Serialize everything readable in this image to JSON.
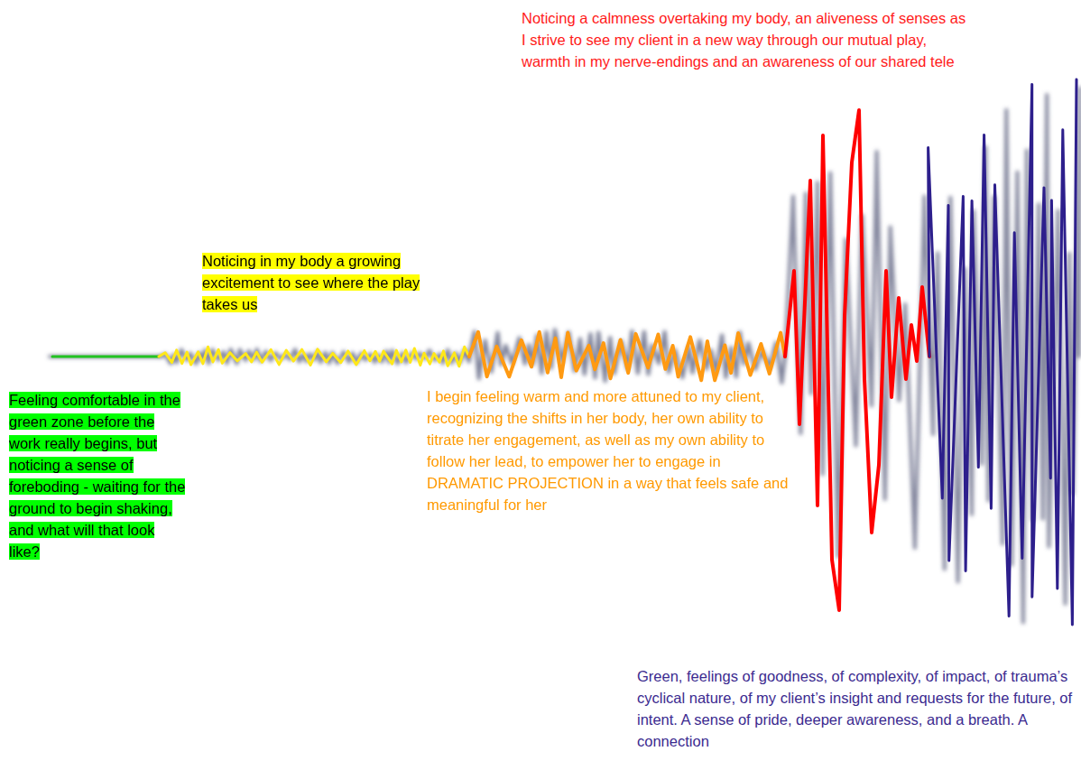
{
  "diagram": {
    "labels": [
      "Noticing a calmness overtaking my body, an aliveness of senses as I strive to see my client in a new way through our mutual play, warmth in my nerve-endings and an awareness of our shared tele",
      "Noticing in my body a growing excitement to see where the play takes us",
      "Feeling comfortable in the green zone before the work really begins, but noticing a sense of foreboding - waiting for the ground to begin shaking, and what will that look like?",
      "I begin feeling warm and more attuned to my client, recognizing the shifts in her body, her own ability to titrate her engagement, as well as my own ability to follow her lead, to empower her to engage in DRAMATIC PROJECTION in a way that feels safe and meaningful for her",
      "Green, feelings of goodness, of complexity, of impact, of trauma’s cyclical nature, of my client’s insight and requests for the future, of intent. A sense of pride, deeper awareness, and a breath. A connection"
    ]
  }
}
